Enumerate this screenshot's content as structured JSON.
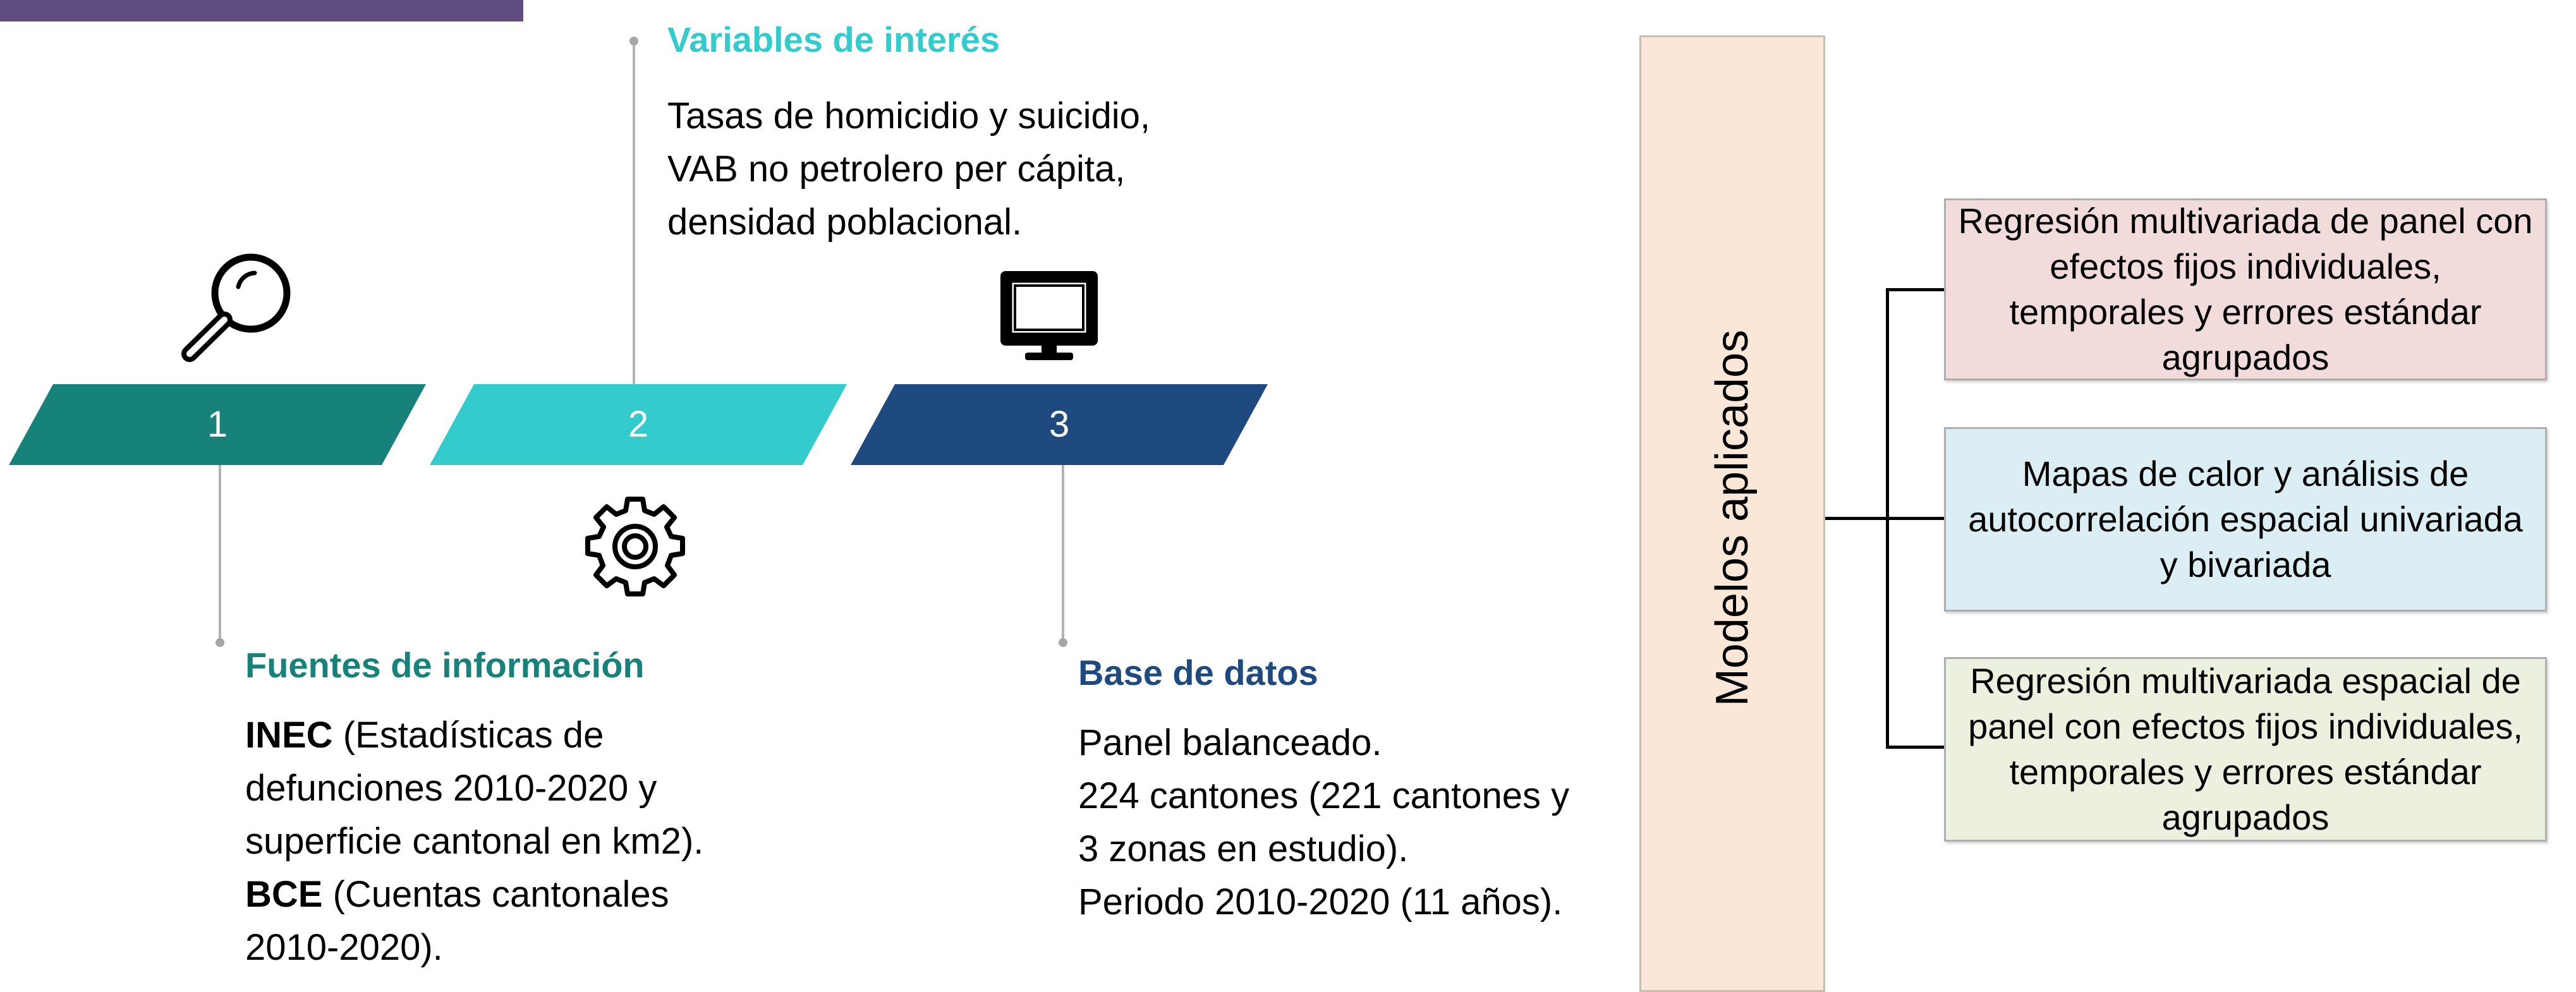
{
  "colors": {
    "topbar": "#5f4d7f",
    "step1": "#17827a",
    "step2": "#33cbcc",
    "step3": "#1f4a80",
    "models_column": "#fbe7d7",
    "box1": "#f2dcdb",
    "box2": "#dbeef4",
    "box3": "#ebf1de"
  },
  "timeline": {
    "steps": [
      {
        "number": "1",
        "icon": "magnifying-glass-icon"
      },
      {
        "number": "2",
        "icon": "gear-icon"
      },
      {
        "number": "3",
        "icon": "computer-monitor-icon"
      }
    ],
    "variables": {
      "title": "Variables de interés",
      "lines": [
        "Tasas de homicidio y suicidio,",
        "VAB no petrolero per cápita,",
        "densidad poblacional."
      ]
    },
    "sources": {
      "title": "Fuentes de información",
      "line1_bold": "INEC",
      "line1_rest": " (Estadísticas de",
      "line2": "defunciones 2010-2020 y",
      "line3": "superficie cantonal en km2).",
      "line4_bold": "BCE",
      "line4_rest": " (Cuentas cantonales",
      "line5": "2010-2020)."
    },
    "database": {
      "title": "Base de datos",
      "lines": [
        "Panel balanceado.",
        "224 cantones (221 cantones y",
        "3 zonas en estudio).",
        "Periodo 2010-2020 (11 años)."
      ]
    }
  },
  "models": {
    "label": "Modelos aplicados",
    "boxes": [
      {
        "lines": [
          "Regresión multivariada de panel con",
          "efectos fijos individuales,",
          "temporales y errores estándar",
          "agrupados"
        ]
      },
      {
        "lines": [
          "Mapas de calor y análisis de",
          "autocorrelación espacial univariada",
          "y bivariada"
        ]
      },
      {
        "lines": [
          "Regresión multivariada espacial de",
          "panel con efectos fijos individuales,",
          "temporales y errores estándar",
          "agrupados"
        ]
      }
    ]
  }
}
